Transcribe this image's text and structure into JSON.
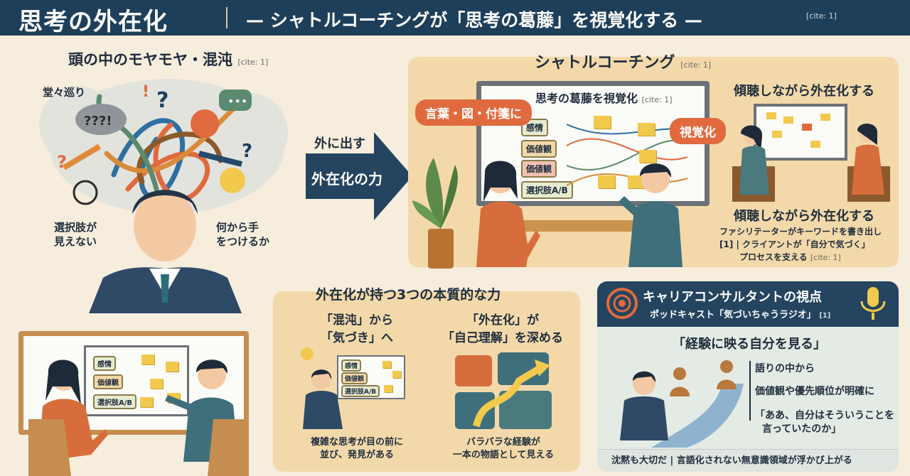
{
  "header": {
    "title": "思考の外在化",
    "subtitle": "— シャトルコーチングが「思考の葛藤」を視覚化する —",
    "cite": "[cite: 1]"
  },
  "left": {
    "title": "頭の中のモヤモヤ・混沌",
    "cite": "[cite: 1]",
    "labels": [
      "堂々巡り",
      "選択肢が\n見えない",
      "何から手\nをつけるか"
    ],
    "bubble_text": "???!"
  },
  "arrow": {
    "top": "外に出す",
    "main": "外在化の力"
  },
  "shuttle": {
    "title": "シャトルコーチング",
    "cite": "[cite: 1]",
    "board_title": "思考の葛藤を視覚化",
    "board_cite": "[cite: 1]",
    "bubble_left": "言葉・図・付箋に",
    "bubble_right": "視覚化",
    "board_labels": [
      "感情",
      "価値観",
      "価値観",
      "選択肢A/B"
    ],
    "side_title_top": "傾聴しながら外在化する",
    "side_title_bottom": "傾聴しながら外在化する",
    "side_desc_1": "ファシリテーターがキーワードを書き出し",
    "side_desc_2": "[1] | クライアントが「自分で気づく」",
    "side_desc_3": "プロセスを支える",
    "side_desc_cite": "[cite: 1]"
  },
  "bottom_left_board": {
    "labels": [
      "感情",
      "価値観",
      "選択肢A/B"
    ]
  },
  "power": {
    "title": "外在化が持つ3つの本質的な力",
    "col1_title_1": "「混沌」から",
    "col1_title_2": "「気づき」へ",
    "col1_labels": [
      "感情",
      "価値観",
      "選択肢A/B"
    ],
    "col1_desc_1": "複雑な思考が目の前に",
    "col1_desc_2": "並び、発見がある",
    "col2_title_1": "「外在化」が",
    "col2_title_2": "「自己理解」を深める",
    "col2_desc_1": "バラバラな経験が",
    "col2_desc_2": "一本の物語として見える"
  },
  "career": {
    "title": "キャリアコンサルタントの視点",
    "subtitle": "ポッドキャスト「気づいちゃうラジオ」",
    "subtitle_cite": "[1]",
    "quote": "「経験に映る自分を見る」",
    "point_1": "語りの中から",
    "point_2": "価値観や優先順位が明確に",
    "point_3a": "「ああ、自分はそういうことを",
    "point_3b": "言っていたのか」",
    "footer": "沈黙も大切だ | 言語化されない無意識領域が浮かび上がる"
  },
  "colors": {
    "navy": "#1e3f5a",
    "orange": "#e06a3e",
    "cream": "#f7eddd",
    "panel": "#f3d9aa",
    "sticky": "#f2c94c"
  }
}
